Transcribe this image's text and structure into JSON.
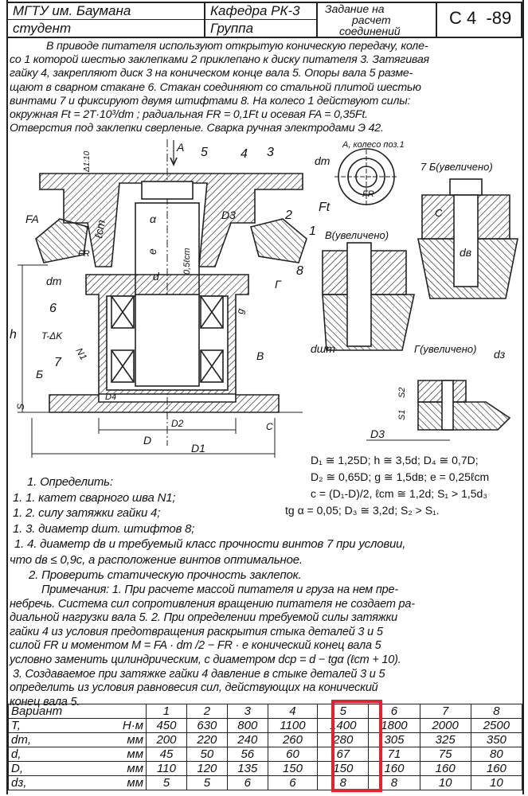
{
  "header": {
    "university": "МГТУ им. Баумана",
    "student_label": "студент",
    "department": "Кафедра РК-3",
    "group_label": "Группа",
    "task_title_1": "Задание на",
    "task_title_2": "расчет",
    "task_title_3": "соединений",
    "task_code": "С 4  -89"
  },
  "intro_lines": [
    "В приводе питателя используют открытую коническую передачу, коле-",
    "со 1 которой шестью заклепками 2 приклепано к диску питателя 3. Затягивая",
    "гайку 4, закрепляют диск 3 на коническом конце вала 5. Опоры вала 5 разме-",
    "щают в сварном стакане 6. Стакан соединяют со стальной плитой шестью",
    "винтами 7 и фиксируют двумя штифтами 8. На колесо 1 действуют силы:",
    "окружная Ft = 2T·10³/dm ; радиальная  FR = 0,1Ft  и осевая FA = 0,35Ft.",
    "Отверстия под заклепки сверленые. Сварка ручная электродами Э 42."
  ],
  "drawing_labels": {
    "view_a": "A",
    "view_a_caption": "A, колесо поз.1",
    "tolerance": "Δ1:10",
    "n5": "5",
    "n4": "4",
    "n3": "3",
    "n2": "2",
    "n1": "1",
    "n8": "8",
    "n6": "6",
    "n7": "7",
    "fa": "FA",
    "fr": "FR",
    "ft": "Ft",
    "dm": "dm",
    "lcm": "ℓcm",
    "alpha": "α",
    "e": "e",
    "half_lcm": "0,5ℓcm",
    "d": "d",
    "d3": "D3",
    "d4": "D4",
    "d2": "D2",
    "D": "D",
    "D1": "D1",
    "h": "h",
    "s": "S",
    "c": "C",
    "g": "g",
    "weld": "T-ΔK",
    "n1_weld": "N1",
    "b_mark": "Б",
    "v_mark": "В",
    "g_mark": "Г",
    "detail_b": "7 Б(увеличено)",
    "detail_v": "В(увеличено)",
    "detail_g": "Г(увеличено)",
    "db": "dв",
    "dsht": "dшт",
    "dz": "dз",
    "s1": "S1",
    "s2": "S2"
  },
  "formulas": [
    "D₁ ≅ 1,25D;  h ≅ 3,5d;  D₄ ≅ 0,7D;",
    "D₂ ≅ 0,65D;  g ≅ 1,5dв;  e = 0,25ℓcm",
    "c = (D₁-D)/2,  ℓcm ≅ 1,2d;  S₁ > 1,5d₃",
    "tg α = 0,05;   D₃ ≅ 3,2d;  S₂ > S₁."
  ],
  "tasks": [
    "1. Определить:",
    "1. 1. катет сварного шва N1;",
    "1. 2. силу затяжки гайки 4;",
    "1. 3. диаметр dшт. штифтов 8;",
    "1. 4. диаметр dв и требуемый класс прочности винтов 7 при условии,",
    "что dв ≤ 0,9c, а расположение винтов оптимальное.",
    "2. Проверить статическую прочность заклепок."
  ],
  "notes": [
    "Примечания: 1. При расчете массой питателя и груза на нем пре-",
    "небречь. Система сил сопротивления вращению питателя не создает ра-",
    "диальной нагрузки вала 5.  2. При определении требуемой силы затяжки",
    "гайки 4 из условия предотвращения раскрытия стыка деталей 3 и 5",
    "силой FR и моментом  M = FA · dm /2 − FR · e  конический конец вала 5",
    "условно заменить цилиндрическим, с диаметром  dcp = d − tgα (ℓcm + 10).",
    "3. Создаваемое при затяжке гайки 4 давление в стыке деталей 3 и 5",
    "определить из условия равновесия сил, действующих на конический",
    "конец вала 5."
  ],
  "table": {
    "header_label": "Вариант",
    "variants": [
      "1",
      "2",
      "3",
      "4",
      "5",
      "6",
      "7",
      "8"
    ],
    "rows": [
      {
        "label": "T,",
        "unit": "Н·м",
        "values": [
          "450",
          "630",
          "800",
          "1100",
          "1400",
          "1800",
          "2000",
          "2500"
        ]
      },
      {
        "label": "dm,",
        "unit": "мм",
        "values": [
          "200",
          "220",
          "240",
          "260",
          "280",
          "305",
          "325",
          "350"
        ]
      },
      {
        "label": "d,",
        "unit": "мм",
        "values": [
          "45",
          "50",
          "56",
          "60",
          "67",
          "71",
          "75",
          "80"
        ]
      },
      {
        "label": "D,",
        "unit": "мм",
        "values": [
          "110",
          "120",
          "135",
          "150",
          "150",
          "160",
          "160",
          "160"
        ]
      },
      {
        "label": "dз,",
        "unit": "мм",
        "values": [
          "5",
          "5",
          "6",
          "6",
          "8",
          "8",
          "10",
          "10"
        ]
      }
    ],
    "highlighted_variant": "5",
    "highlight_color": "#e8202a"
  }
}
